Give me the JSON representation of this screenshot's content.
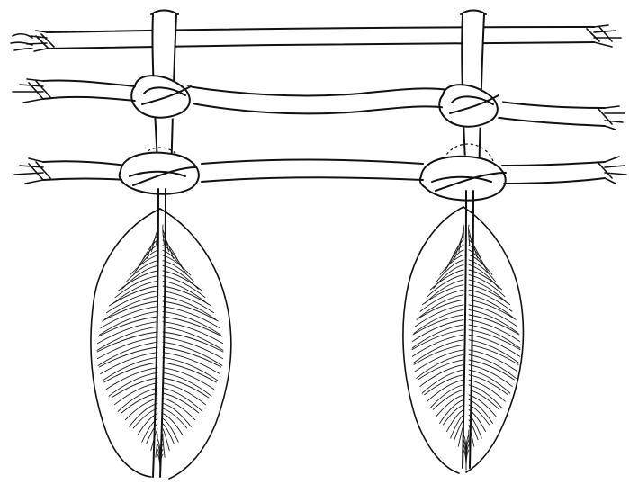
{
  "illustration": {
    "subject": "feathers-tied-to-cords",
    "cords": [
      {
        "name": "top-cord"
      },
      {
        "name": "middle-cord"
      },
      {
        "name": "bottom-cord"
      }
    ],
    "feathers": [
      {
        "name": "left-feather"
      },
      {
        "name": "right-feather"
      }
    ],
    "colors": {
      "ink": "#111111",
      "paper": "#ffffff"
    }
  }
}
